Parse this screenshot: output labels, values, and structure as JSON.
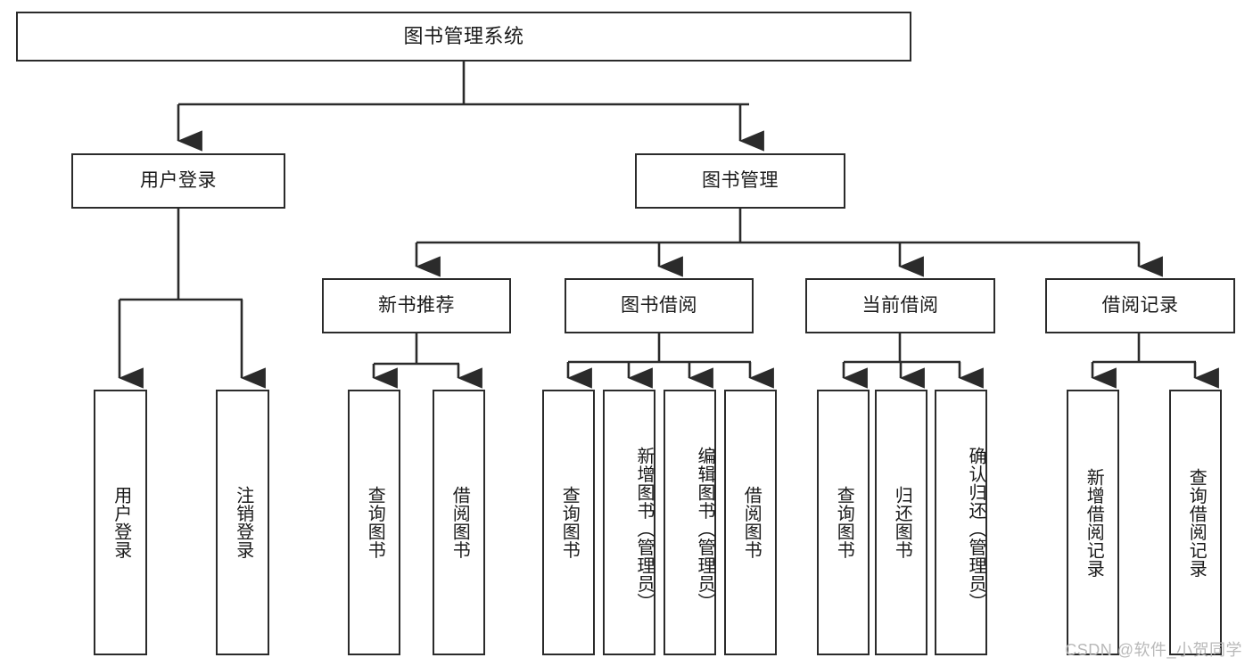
{
  "diagram": {
    "title": "图书管理系统",
    "watermark": "CSDN @软件_小贺同学",
    "line_color": "#2b2b2b",
    "box_fill": "#ffffff",
    "text_color": "#1a1a1a",
    "watermark_color": "#b9b9b9",
    "root": {
      "label": "图书管理系统"
    },
    "level2": [
      {
        "label": "用户登录"
      },
      {
        "label": "图书管理"
      }
    ],
    "level3": [
      {
        "label": "新书推荐"
      },
      {
        "label": "图书借阅"
      },
      {
        "label": "当前借阅"
      },
      {
        "label": "借阅记录"
      }
    ],
    "leaves": {
      "user_login": [
        {
          "label": "用户登录"
        },
        {
          "label": "注销登录"
        }
      ],
      "new_book_recommend": [
        {
          "label": "查询图书"
        },
        {
          "label": "借阅图书"
        }
      ],
      "book_borrow": [
        {
          "label": "查询图书"
        },
        {
          "label": "新增图书（管理员）"
        },
        {
          "label": "编辑图书（管理员）"
        },
        {
          "label": "借阅图书"
        }
      ],
      "current_borrow": [
        {
          "label": "查询图书"
        },
        {
          "label": "归还图书"
        },
        {
          "label": "确认归还（管理员）"
        }
      ],
      "borrow_record": [
        {
          "label": "新增借阅记录"
        },
        {
          "label": "查询借阅记录"
        }
      ]
    }
  }
}
